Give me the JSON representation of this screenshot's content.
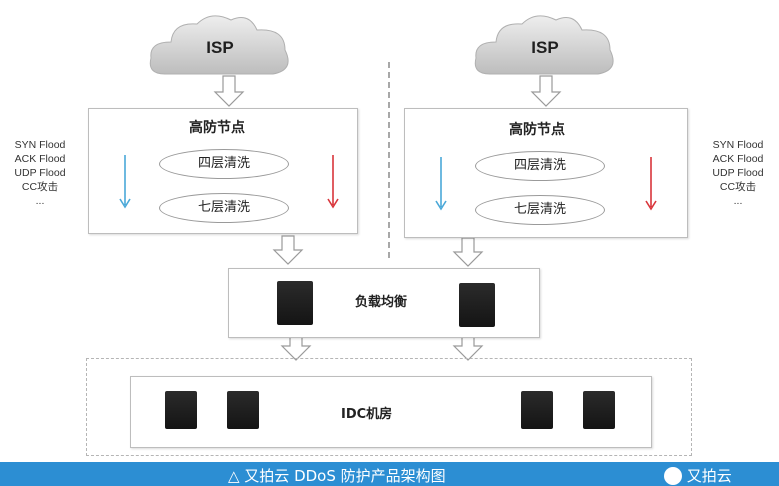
{
  "isp_left": "ISP",
  "isp_right": "ISP",
  "node_left": {
    "title": "高防节点",
    "layer4": "四层清洗",
    "layer7": "七层清洗"
  },
  "node_right": {
    "title": "高防节点",
    "layer4": "四层清洗",
    "layer7": "七层清洗"
  },
  "attacks_left": [
    "SYN Flood",
    "ACK Flood",
    "UDP Flood",
    "CC攻击",
    "..."
  ],
  "attacks_right": [
    "SYN Flood",
    "ACK Flood",
    "UDP Flood",
    "CC攻击",
    "..."
  ],
  "load_balancer": "负载均衡",
  "idc": "IDC机房",
  "footer": {
    "caption": "△ 又拍云 DDoS 防护产品架构图",
    "brand": "又拍云"
  },
  "colors": {
    "inbound_arrow": "#4aa8d8",
    "outbound_arrow": "#d9353b",
    "footer_bg": "#2c8ed3"
  }
}
